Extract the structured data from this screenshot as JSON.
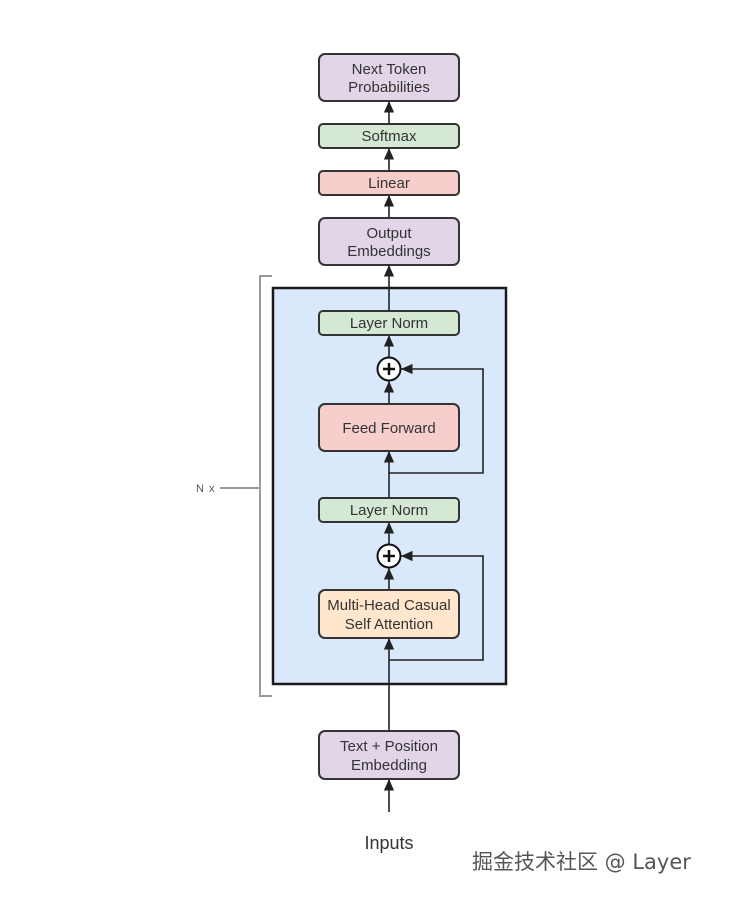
{
  "colors": {
    "purple": "#e1d5e7",
    "green": "#d5e8d4",
    "red": "#f8cecc",
    "orange": "#ffe6cc",
    "blue_block": "#dae8fc"
  },
  "boxes": {
    "next_token": [
      "Next Token",
      "Probabilities"
    ],
    "softmax": [
      "Softmax"
    ],
    "linear": [
      "Linear"
    ],
    "output_embeddings": [
      "Output",
      "Embeddings"
    ],
    "layer_norm_top": [
      "Layer Norm"
    ],
    "feed_forward": [
      "Feed Forward"
    ],
    "layer_norm_bottom": [
      "Layer Norm"
    ],
    "attention": [
      "Multi-Head Casual",
      "Self Attention"
    ],
    "embedding": [
      "Text + Position",
      "Embedding"
    ]
  },
  "repeat_label": "N x",
  "inputs_label": "Inputs",
  "watermark": "掘金技术社区 @ Layer"
}
